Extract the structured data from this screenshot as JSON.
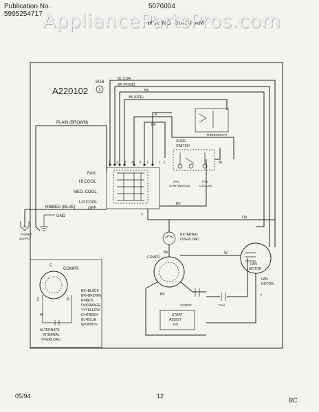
{
  "header": {
    "pub_label": "Publication No.",
    "pub_number": "5995254717",
    "model": "5076004",
    "section": "WIRING DIAGRAM"
  },
  "watermark": "AppliancePartsPros.com",
  "diagram": {
    "id": "A220102",
    "sub": "SUB",
    "sub_num": "1",
    "top_wires": [
      "BL (LO6)",
      "BR (FDGE)",
      "BK",
      "BK (RPE)"
    ],
    "plain": "PLAIN (BROWN)",
    "ribbed": "RIBBED (BLUE)",
    "switch_labels": [
      "FAN",
      "HI COOL",
      "MED. COOL",
      "LO COOL",
      "OFF"
    ],
    "thermostat": "THERMOSTAT",
    "slide_switch": "SLIDE\nSWITCH",
    "fan_continuous": "FAN\nCONTINUOUS",
    "fan_cycles": "FAN\nCYCLES",
    "gnd": "GND",
    "power_supply": "POWER\nSUPPLY",
    "external_overload": "EXTERNAL\nOVERLOAD",
    "compr": "COMPR",
    "fan_motor": "FAN\nMOTOR",
    "fan": "FAN",
    "start_assist": "START\nASSIST\nKIT",
    "legend": [
      "BK=BLACK",
      "BR=BROWN",
      "R=RED",
      "O=ORANGE",
      "Y=YELLOW",
      "G=GREEN",
      "BL=BLUE",
      "W=WHITE"
    ],
    "alt_overload": "ALTERNATE\nINTERNAL\nOVERLOAD",
    "inset_compr": "COMPR",
    "wire_codes": {
      "r": "R",
      "bk": "BK",
      "y": "Y",
      "w": "W",
      "or": "OR",
      "bl": "BL",
      "c": "C",
      "s": "S"
    }
  },
  "footer": {
    "date": "05/94",
    "page": "12",
    "mark": "BC"
  }
}
